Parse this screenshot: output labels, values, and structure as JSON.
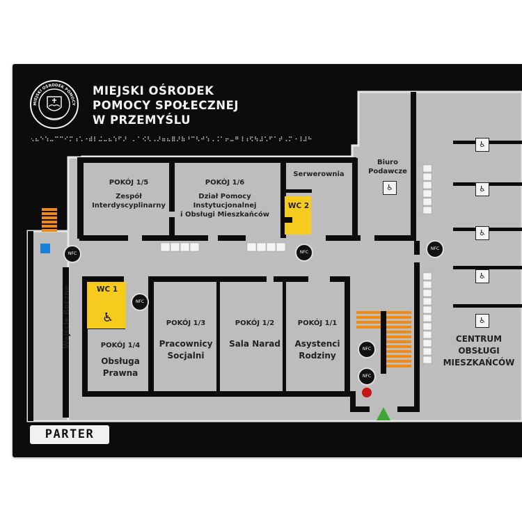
{
  "header": {
    "institution_line1": "MIEJSKI OŚRODEK",
    "institution_line2": "POMOCY SPOŁECZNEJ",
    "institution_line3": "W PRZEMYŚLU",
    "logo_text": "MIEJSKI OŚRODEK POMOCY SPOŁECZNEJ · PRZEMYŚL"
  },
  "rooms": {
    "pokoj_1_5": {
      "label": "POKÓJ 1/5",
      "name1": "Zespół",
      "name2": "Interdyscyplinarny"
    },
    "pokoj_1_6": {
      "label": "POKÓJ 1/6",
      "name1": "Dział Pomocy",
      "name2": "Instytucjonalnej",
      "name3": "i Obsługi  Mieszkańców"
    },
    "serwerownia": {
      "name": "Serwerownia"
    },
    "wc2": {
      "label": "WC 2"
    },
    "biuro": {
      "name1": "Biuro",
      "name2": "Podawcze"
    },
    "wc1": {
      "label": "WC 1"
    },
    "pokoj_1_4": {
      "label": "POKÓJ 1/4",
      "name1": "Obsługa",
      "name2": "Prawna"
    },
    "pokoj_1_3": {
      "label": "POKÓJ 1/3",
      "name1": "Pracownicy",
      "name2": "Socjalni"
    },
    "pokoj_1_2": {
      "label": "POKÓJ 1/2",
      "name1": "Sala Narad"
    },
    "pokoj_1_1": {
      "label": "POKÓJ 1/1",
      "name1": "Asystenci",
      "name2": "Rodziny"
    },
    "centrum": {
      "name1": "CENTRUM",
      "name2": "OBSŁUGI",
      "name3": "MIESZKAŃCÓW"
    }
  },
  "side_entrance": {
    "label": "Wejście Boczne"
  },
  "floor": {
    "label": "PARTER"
  },
  "icons": {
    "nfc_label": "NFC"
  },
  "colors": {
    "board": "#0c0c0c",
    "floor": "#b9b9b9",
    "wc": "#f6cb1d",
    "stairs": "#f08a10",
    "exit": "#3fa535",
    "alarm": "#c81717"
  }
}
